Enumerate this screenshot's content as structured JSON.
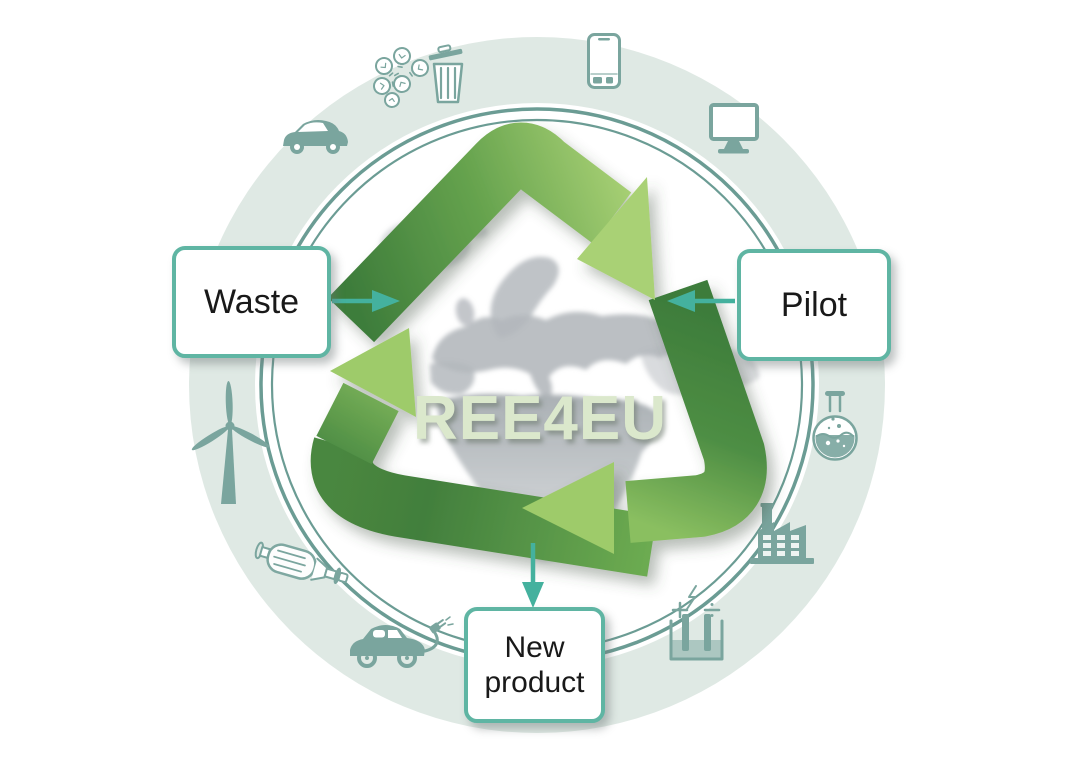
{
  "figure": {
    "center_label": "REE4EU",
    "boxes": {
      "waste": "Waste",
      "pilot": "Pilot",
      "new_product": "New product"
    },
    "flows": [
      {
        "from": "Waste",
        "to": "recycling-loop",
        "direction": "right"
      },
      {
        "from": "Pilot",
        "to": "recycling-loop",
        "direction": "left"
      },
      {
        "from": "recycling-loop",
        "to": "New product",
        "direction": "down"
      }
    ],
    "ring_icons": [
      "lightbulbs",
      "trash-bin",
      "smartphone",
      "computer-monitor",
      "lab-flask",
      "factory",
      "electrolysis-cell",
      "electric-car",
      "catalytic-converter",
      "wind-turbine",
      "car"
    ],
    "colors": {
      "ring_fill": "#dfe9e4",
      "ring_line": "#6b9c94",
      "icon_teal": "#7aa59e",
      "box_border": "#5fb5a3",
      "connector_arrow": "#44b19e",
      "triangle_dark_green": "#3c7b3a",
      "triangle_light_green": "#a9d175",
      "center_text": "#dbe8cc",
      "map_gray": "#b4b8bd"
    }
  }
}
